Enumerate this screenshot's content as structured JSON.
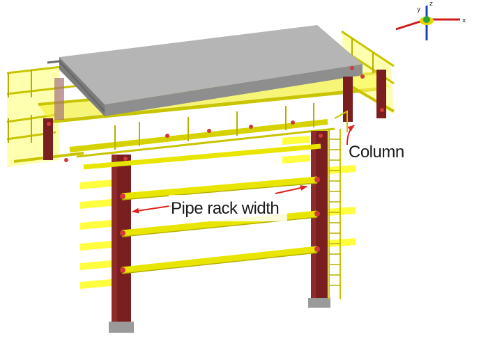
{
  "labels": {
    "column": "Column",
    "pipe_rack_width": "Pipe rack width"
  },
  "axis_triad": {
    "x": "x",
    "y": "y",
    "z": "z"
  },
  "colors": {
    "steel_column": "#7a1f1f",
    "steel_beam": "#e8e600",
    "platform_slab": "#a9a9a9",
    "annotation_arrow": "#e0201c",
    "connection": "#d23a3a"
  }
}
